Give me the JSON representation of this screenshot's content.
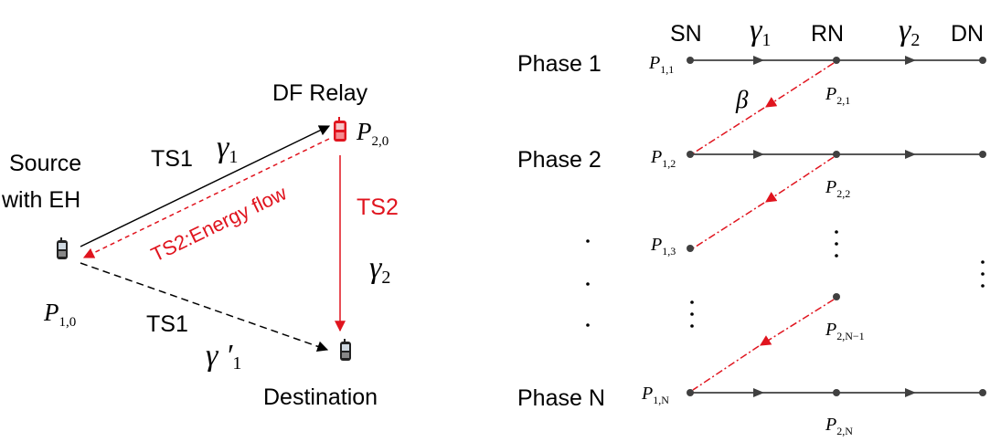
{
  "left": {
    "source": {
      "line1": "Source",
      "line2": "with EH",
      "power": "P",
      "power_sub": "1,0"
    },
    "relay": {
      "title": "DF Relay",
      "power": "P",
      "power_sub": "2,0"
    },
    "destination": {
      "title": "Destination"
    },
    "links": {
      "ts1_top": "TS1",
      "gamma1": "γ",
      "gamma1_sub": "1",
      "energy_flow": "TS2:Energy flow",
      "ts2": "TS2",
      "gamma2": "γ",
      "gamma2_sub": "2",
      "ts1_bottom": "TS1",
      "gamma1p": "γ ′",
      "gamma1p_sub": "1"
    }
  },
  "right": {
    "headers": {
      "sn": "SN",
      "rn": "RN",
      "dn": "DN",
      "g1": "γ",
      "g1_sub": "1",
      "g2": "γ",
      "g2_sub": "2"
    },
    "beta": "β",
    "phases": [
      {
        "label": "Phase 1",
        "p1": "P",
        "p1_sub": "1,1",
        "p2": "P",
        "p2_sub": "2,1"
      },
      {
        "label": "Phase 2",
        "p1": "P",
        "p1_sub": "1,2",
        "p2": "P",
        "p2_sub": "2,2"
      },
      {
        "label": "",
        "p1": "P",
        "p1_sub": "1,3",
        "p2": "",
        "p2_sub": ""
      },
      {
        "label": "",
        "p1": "",
        "p1_sub": "",
        "p2": "P",
        "p2_sub": "2,N−1"
      },
      {
        "label": "Phase N",
        "p1": "P",
        "p1_sub": "1,N",
        "p2": "P",
        "p2_sub": "2,N"
      }
    ]
  },
  "colors": {
    "black": "#000000",
    "red": "#e0141e",
    "line": "#404040"
  }
}
